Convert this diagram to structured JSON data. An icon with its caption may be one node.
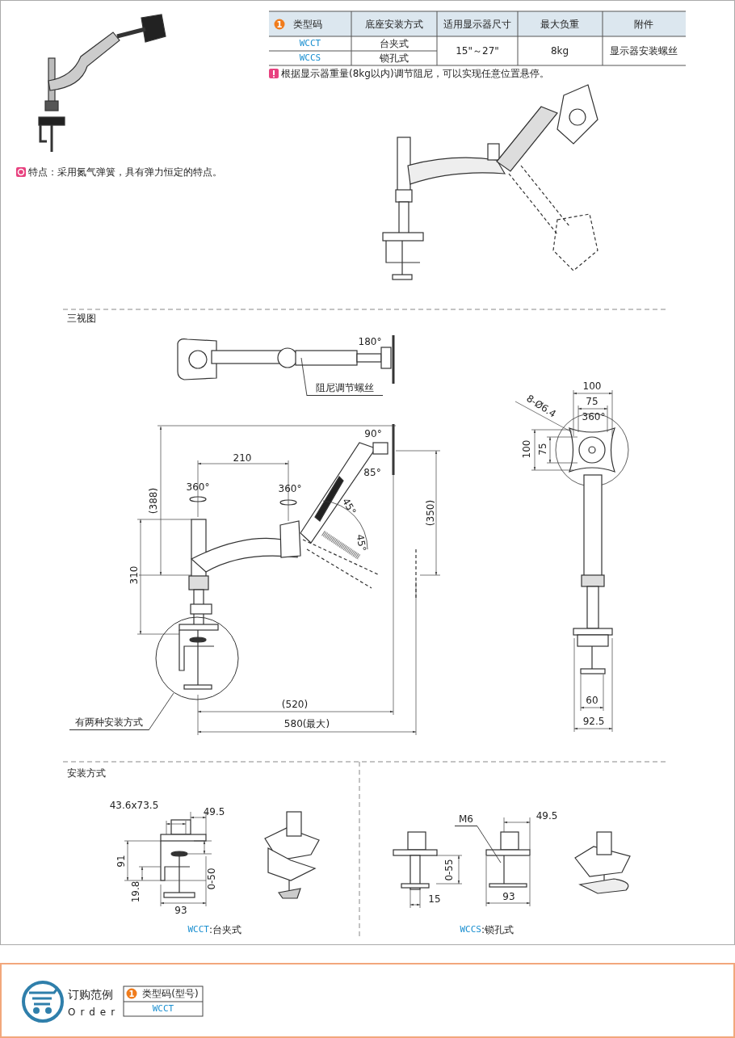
{
  "diagram": {
    "nodes": [
      {
        "text": [
          "阻尼调节螺丝"
        ]
      },
      {
        "text": [
          "有两种安装方式"
        ]
      },
      {
        "text": [],
        "shape": "circle"
      },
      {
        "text": [
          "M6"
        ]
      }
    ],
    "edges": [
      {
        "from": 0,
        "to": null,
        "arrow": "none"
      },
      {
        "from": 1,
        "to": 2,
        "arrow": "none"
      },
      {
        "from": 3,
        "to": null,
        "arrow": "none"
      }
    ],
    "labels": [
      "1",
      "类型码",
      "底座安装方式",
      "适用显示器尺寸",
      "最大负重",
      "附件",
      "WCCT",
      "台夹式",
      "15\"～27\"",
      "8kg",
      "显示器安装螺丝",
      "WCCS",
      "锁孔式",
      "根据显示器重量(8kg以内)调节阻尼，可以实现任意位置悬停。",
      "特点：采用氮气弹簧，具有弹力恒定的特点。",
      "三视图",
      "180°",
      "90°",
      "210",
      "360°",
      "360°",
      "85°",
      "(388)",
      "45°",
      "(350)",
      "45°",
      "310",
      "(520)",
      "580(最大)",
      "100",
      "75",
      "8-Ø6.4",
      "360°",
      "100",
      "75",
      "60",
      "92.5",
      "安装方式",
      "49.5",
      "43.6x73.5",
      "91",
      "0-50",
      "19.8",
      "93",
      "WCCT",
      ":台夹式",
      "49.5",
      "0-55",
      "15",
      "93",
      "WCCS",
      ":锁孔式",
      "订购范例",
      "Order",
      "1",
      "类型码(型号)",
      "WCCT"
    ]
  }
}
